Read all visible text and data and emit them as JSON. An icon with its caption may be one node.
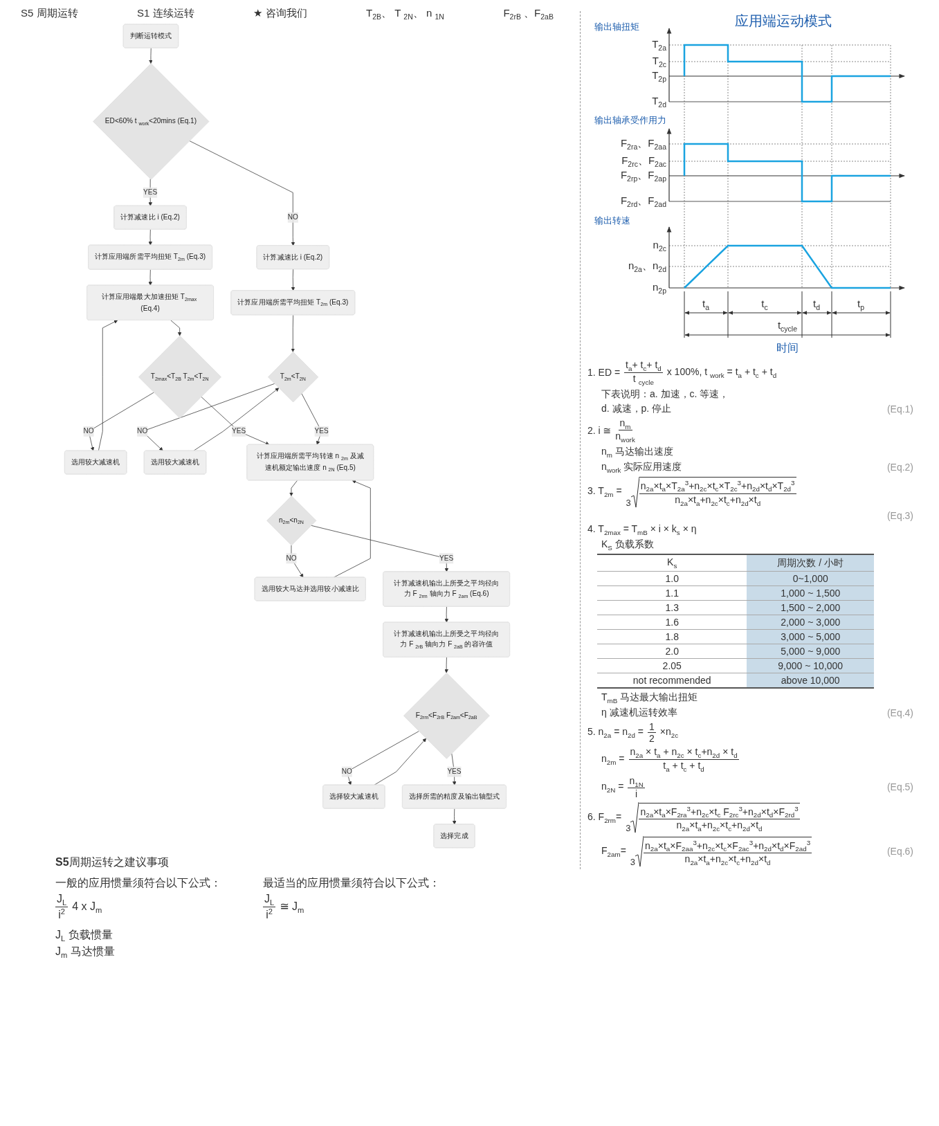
{
  "diagram": {
    "nodes": [
      {
        "text": [
          "判断运转模式"
        ]
      },
      {
        "text": [
          "ED<60% t $_{work}$<20mins (Eq.1)"
        ]
      },
      {
        "text": [
          "计算减速比 i (Eq.2)"
        ]
      },
      {
        "text": [
          "计算应用端所需平均扭矩 T$_{2m}$ (Eq.3)"
        ]
      },
      {
        "text": [
          "计算应用端最大加速扭矩 T$_{2max}$ (Eq.4)"
        ]
      },
      {
        "text": [
          "T$_{2max}$<T$_{2B}$ T$_{2m}$<T$_{2N}$"
        ]
      },
      {
        "text": [
          "选用较大减速机"
        ]
      },
      {
        "text": [
          "计算减速比 i (Eq.2)"
        ]
      },
      {
        "text": [
          "计算应用端所需平均扭矩 T$_{2m}$ (Eq.3)"
        ]
      },
      {
        "text": [
          "T$_{2m}$<T$_{2N}$"
        ]
      },
      {
        "text": [
          "选用较大减速机"
        ]
      },
      {
        "text": [
          "计算应用端所需平均转速 n $_{2m}$ 及减速机额定输出速度 n $_{2N}$ (Eq.5)"
        ]
      },
      {
        "text": [
          "n$_{2m}$<n$_{2N}$"
        ]
      },
      {
        "text": [
          "选用较大马达并选用较小减速比"
        ]
      },
      {
        "text": [
          "计算减速机输出上所受之平均径向力 F $_{2rm}$ 轴向力 F $_{2am}$ (Eq.6)"
        ]
      },
      {
        "text": [
          "计算减速机输出上所受之平均径向力 F $_{2rB}$ 轴向力 F $_{2aB}$ 的容许值"
        ]
      },
      {
        "text": [
          "F$_{2rm}$<F$_{2rB}$ F$_{2am}$<F$_{2aB}$"
        ]
      },
      {
        "text": [
          "选择较大减速机"
        ]
      },
      {
        "text": [
          "选择所需的精度及输出轴型式"
        ]
      },
      {
        "text": [
          "选择完成"
        ]
      }
    ],
    "edges": [
      {
        "from": 0,
        "to": 1,
        "arrow": "to"
      },
      {
        "from": 1,
        "to": 2,
        "arrow": "to",
        "label": "YES"
      },
      {
        "from": 1,
        "to": 7,
        "arrow": "to",
        "label": "NO"
      },
      {
        "from": 2,
        "to": 3,
        "arrow": "to"
      },
      {
        "from": 3,
        "to": 4,
        "arrow": "to"
      },
      {
        "from": 4,
        "to": 5,
        "arrow": "to"
      },
      {
        "from": 5,
        "to": 6,
        "arrow": "to",
        "label": "NO"
      },
      {
        "from": 6,
        "to": 4,
        "arrow": "to"
      },
      {
        "from": 5,
        "to": 11,
        "arrow": "to",
        "label": "YES"
      },
      {
        "from": 7,
        "to": 8,
        "arrow": "to"
      },
      {
        "from": 8,
        "to": 9,
        "arrow": "to"
      },
      {
        "from": 9,
        "to": 10,
        "arrow": "to",
        "label": "NO"
      },
      {
        "from": 10,
        "to": 9,
        "arrow": "to"
      },
      {
        "from": 9,
        "to": 11,
        "arrow": "to",
        "label": "YES"
      },
      {
        "from": 11,
        "to": 12,
        "arrow": "to"
      },
      {
        "from": 12,
        "to": 13,
        "arrow": "to",
        "label": "NO"
      },
      {
        "from": 13,
        "to": 11,
        "arrow": "to"
      },
      {
        "from": 12,
        "to": 14,
        "arrow": "to",
        "label": "YES"
      },
      {
        "from": 14,
        "to": 15,
        "arrow": "to"
      },
      {
        "from": 15,
        "to": 16,
        "arrow": "to"
      },
      {
        "from": 16,
        "to": 17,
        "arrow": "to",
        "label": "NO"
      },
      {
        "from": 17,
        "to": 16,
        "arrow": "to"
      },
      {
        "from": 16,
        "to": 18,
        "arrow": "to",
        "label": "YES"
      },
      {
        "from": 18,
        "to": 19,
        "arrow": "to"
      }
    ],
    "labels": [
      "S5 周期运转",
      "S1 连续运转",
      "★ 咨询我们",
      "T$_{2B}$、 T $_{2N}$、 n $_{1N}$",
      "F$_{2rB}$ 、F$_{2aB}$",
      "**S5**周期运转之建议事项",
      "一般的应用惯量须符合以下公式：",
      "最适当的应用惯量须符合以下公式：",
      "J$_{L}$",
      "i$^{2}$",
      "4 x J$_{m}$",
      "J$_{L}$",
      "i$^{2}$",
      "≅ J$_{m}$",
      "J$_{L}$ 负载惯量",
      "J$_{m}$ 马达惯量",
      "应用端运动模式",
      "输出轴扭矩",
      "T$_{2a}$",
      "T$_{2c}$",
      "T$_{2p}$",
      "T$_{2d}$",
      "输出轴承受作用力",
      "F$_{2ra}$、F$_{2aa}$",
      "F$_{2rc}$、F$_{2ac}$",
      "F$_{2rp}$、F$_{2ap}$",
      "F$_{2rd}$、F$_{2ad}$",
      "输出转速",
      "n$_{2c}$",
      "n$_{2a}$、n$_{2d}$",
      "n$_{2p}$",
      "t$_{a}$",
      "t$_{c}$",
      "t$_{d}$",
      "t$_{p}$",
      "t$_{cycle}$",
      "时间",
      "1. ED =",
      "t$_{a}$+ t$_{c}$+ t$_{d}$",
      "t $_{cycle}$",
      "x 100%, t $_{work}$ = t$_{a}$ + t$_{c}$ + t$_{d}$",
      "下表说明：a. 加速，c. 等速，",
      "d. 减速，p. 停止",
      "(Eq.1)",
      "2. i ≅",
      "n$_{m}$",
      "n$_{work}$",
      "n$_{m}$ 马达输出速度",
      "n$_{work}$ 实际应用速度",
      "(Eq.2)",
      "3. T$_{2m}$ =",
      "3",
      "n$_{2a}$×t$_{a}$×T$_{2a}$$^{3}$+n$_{2c}$×t$_{c}$×T$_{2c}$$^{3}$+n$_{2d}$×t$_{d}$×T$_{2d}$$^{3}$",
      "n$_{2a}$×t$_{a}$+n$_{2c}$×t$_{c}$+n$_{2d}$×t$_{d}$",
      "(Eq.3)",
      "4. T$_{2max}$ = T$_{mB}$ × i × k$_{s}$ × η",
      "K$_{S}$ 负载系数",
      "K$_{s}$",
      "周期次数 / 小时",
      "1.0",
      "0~1,000",
      "1.1",
      "1,000 ~ 1,500",
      "1.3",
      "1,500 ~ 2,000",
      "1.6",
      "2,000 ~ 3,000",
      "1.8",
      "3,000 ~ 5,000",
      "2.0",
      "5,000 ~ 9,000",
      "2.05",
      "9,000 ~ 10,000",
      "not recommended",
      "above 10,000",
      "T$_{mB}$ 马达最大输出扭矩",
      "η 减速机运转效率",
      "(Eq.4)",
      "5. n$_{2a}$ = n$_{2d}$ =",
      "1",
      "2",
      "×n$_{2c}$",
      "n$_{2m}$ =",
      "n$_{2a}$ × t$_{a}$ + n$_{2c}$ × t$_{c}$+n$_{2d}$ × t$_{d}$",
      "t$_{a}$ + t$_{c}$ + t$_{d}$",
      "n$_{2N}$ =",
      "n$_{1N}$",
      "i",
      "(Eq.5)",
      "6. F$_{2rm}$=",
      "3",
      "n$_{2a}$×t$_{a}$×F$_{2ra}$$^{3}$+n$_{2c}$×t$_{c}$ F$_{2rc}$$^{3}$+n$_{2d}$×t$_{d}$×F$_{2rd}$$^{3}$",
      "n$_{2a}$×t$_{a}$+n$_{2c}$×t$_{c}$+n$_{2d}$×t$_{d}$",
      "F$_{2am}$=",
      "3",
      "n$_{2a}$×t$_{a}$×F$_{2aa}$$^{3}$+n$_{2c}$×t$_{c}$×F$_{2ac}$$^{3}$+n$_{2d}$×t$_{d}$×F$_{2ad}$$^{3}$",
      "n$_{2a}$×t$_{a}$+n$_{2c}$×t$_{c}$+n$_{2d}$×t$_{d}$",
      "(Eq.6)"
    ]
  }
}
